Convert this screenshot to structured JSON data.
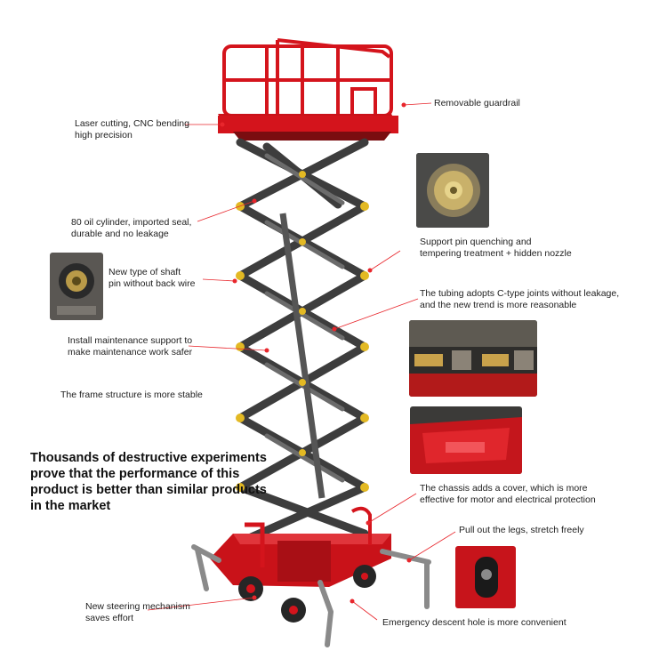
{
  "labels": {
    "laser": "Laser cutting, CNC bending\nhigh precision",
    "guardrail": "Removable guardrail",
    "cylinder": "80 oil cylinder, imported seal,\ndurable and no leakage",
    "support_pin": "Support pin quenching and\ntempering treatment + hidden nozzle",
    "shaft_pin": "New type of shaft\npin without back wire",
    "tubing": "The tubing adopts C-type joints without leakage,\nand the new trend is more reasonable",
    "maintenance": "Install maintenance support to\nmake maintenance work safer",
    "frame": "The frame structure is more stable",
    "chassis": "The chassis adds a cover, which is more\neffective for motor and electrical protection",
    "legs": "Pull out the legs, stretch freely",
    "steering": "New steering mechanism\nsaves effort",
    "emergency": "Emergency descent hole is more convenient"
  },
  "headline": "Thousands of destructive experiments\nprove that the performance of this\nproduct is better than similar products\nin the market",
  "colors": {
    "frame_red": "#d4141c",
    "scissor_gray": "#3a3a3a",
    "pointer_red": "#e8262c",
    "joint_yellow": "#e3b923"
  }
}
